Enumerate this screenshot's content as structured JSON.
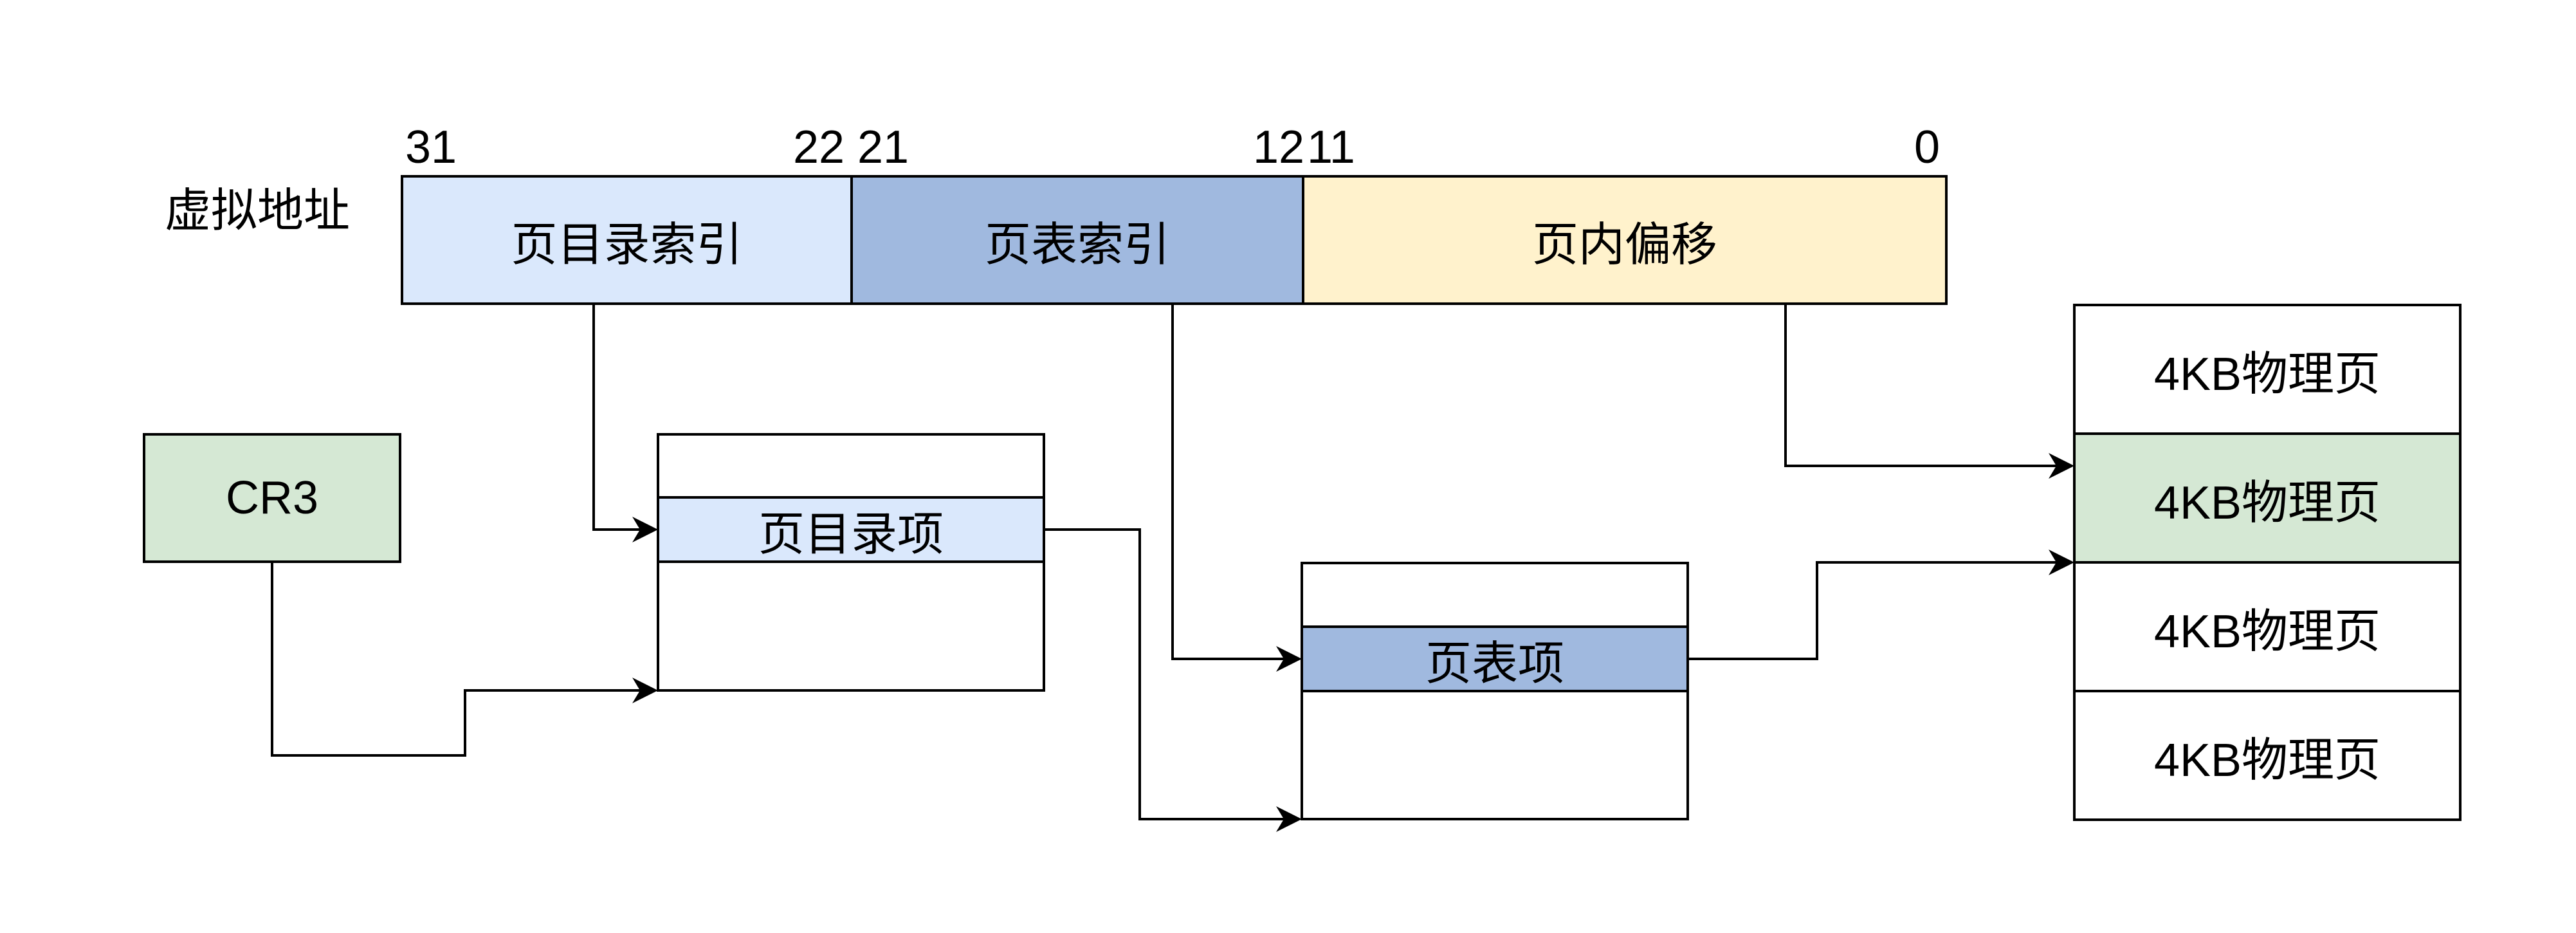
{
  "virtual_address": {
    "label": "虚拟地址",
    "bits": [
      "31",
      "22",
      "21",
      "12",
      "11",
      "0"
    ],
    "fields": [
      "页目录索引",
      "页表索引",
      "页内偏移"
    ]
  },
  "cr3": {
    "label": "CR3"
  },
  "page_directory": {
    "entry_label": "页目录项"
  },
  "page_table": {
    "entry_label": "页表项"
  },
  "physical_pages": [
    "4KB物理页",
    "4KB物理页",
    "4KB物理页",
    "4KB物理页"
  ],
  "colors": {
    "dir_index": "#dae8fc",
    "table_index": "#a0b9df",
    "offset": "#fff2cc",
    "cr3": "#d5e8d4",
    "selected_page": "#d5e8d4",
    "outline": "#000000"
  }
}
